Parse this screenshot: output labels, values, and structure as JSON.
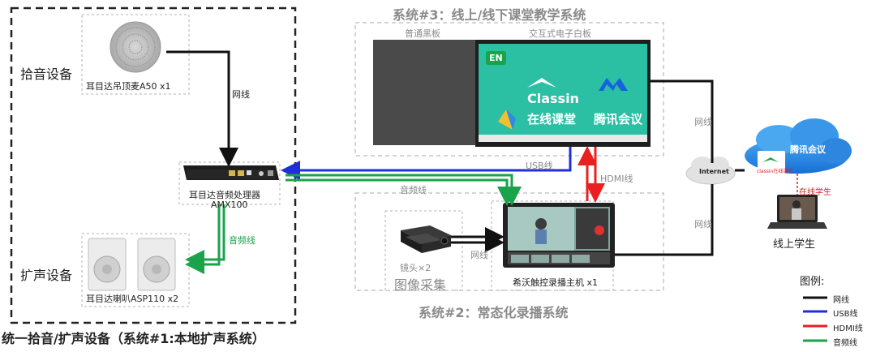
{
  "colors": {
    "network": "#111111",
    "usb": "#1f2fd6",
    "hdmi": "#ea1f1f",
    "audio": "#1aa34a",
    "screen_teal": "#2bbfa4",
    "dashed_box": "#a8a8a8",
    "main_dashed_box": "#222222"
  },
  "system1": {
    "title": "统一拾音/扩声设备（系统#1:本地扩声系统）",
    "pickup_label": "拾音设备",
    "speaker_label": "扩声设备",
    "mic_label": "耳目达吊顶麦A50 x1",
    "speaker_device_label": "耳目达喇叭ASP110 x2",
    "processor_label_line1": "耳目达音频处理器",
    "processor_label_line2": "AMX100",
    "net_label": "网线",
    "audio_label": "音频线"
  },
  "system3": {
    "title": "系统#3：线上/线下课堂教学系统",
    "blackboard_label": "普通黑板",
    "whiteboard_label": "交互式电子白板",
    "screen_en_badge": "EN",
    "screen_classin": "Classin",
    "screen_online_class": "在线课堂",
    "screen_tencent": "腾讯会议"
  },
  "system2": {
    "title": "系统#2：常态化录播系统",
    "camera_label": "镜头×2",
    "image_capture_label": "图像采集",
    "recorder_label": "希沃触控录播主机 x1",
    "net_label": "网线"
  },
  "connections": {
    "usb_label": "USB线",
    "hdmi_label": "HDMI线",
    "audio_label": "音频线",
    "net_label_top": "网线",
    "net_label_bottom": "网线",
    "online_student_tag": "在线学生"
  },
  "cloud": {
    "internet_label": "Internet",
    "tencent_label": "腾讯会议",
    "classin_label": "classin在线课堂"
  },
  "student": {
    "label": "线上学生"
  },
  "legend": {
    "title": "图例:",
    "items": [
      {
        "label": "网线",
        "color": "#111111"
      },
      {
        "label": "USB线",
        "color": "#1f2fd6"
      },
      {
        "label": "HDMI线",
        "color": "#ea1f1f"
      },
      {
        "label": "音频线",
        "color": "#1aa34a"
      }
    ]
  }
}
